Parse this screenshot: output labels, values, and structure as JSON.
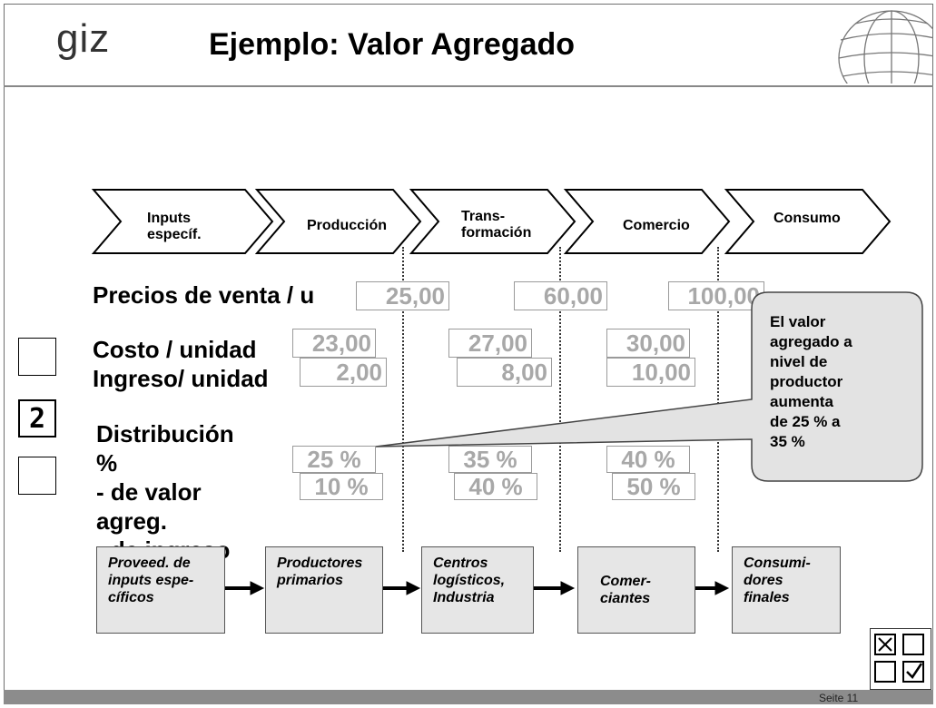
{
  "header": {
    "logo": "giz",
    "title": "Ejemplo: Valor Agregado"
  },
  "chain": [
    {
      "label": "Inputs\nespecíf."
    },
    {
      "label": "Producción"
    },
    {
      "label": "Trans-\nformación"
    },
    {
      "label": "Comercio"
    },
    {
      "label": "Consumo"
    }
  ],
  "rows": {
    "precios_label": "Precios de venta / u",
    "costo_label": "Costo / unidad",
    "ingreso_label": "Ingreso/ unidad",
    "distribucion_label": "Distribución\n%\n- de valor\nagreg.\n- de ingreso"
  },
  "values": {
    "precio": [
      "25,00",
      "60,00",
      "100,00"
    ],
    "costo": [
      "23,00",
      "27,00",
      "30,00"
    ],
    "ingreso": [
      "2,00",
      "8,00",
      "10,00"
    ],
    "valor_pct": [
      "25 %",
      "35 %",
      "40 %"
    ],
    "ingreso_pct": [
      "10 %",
      "40 %",
      "50 %"
    ]
  },
  "checkboxes": [
    "",
    "2",
    ""
  ],
  "actors": [
    "Proveed. de\ninputs espe-\ncíficos",
    "Productores\nprimarios",
    "Centros\nlogísticos,\nIndustria",
    "Comer-\nciantes",
    "Consumi-\ndores\nfinales"
  ],
  "callout": "El valor\nagregado a\nnivel de\nproductor\naumenta\nde 25 % a\n35 %",
  "footer": {
    "page": "Seite 11"
  },
  "icons": {
    "globe": "globe-icon",
    "check": "checkbox-icon"
  }
}
